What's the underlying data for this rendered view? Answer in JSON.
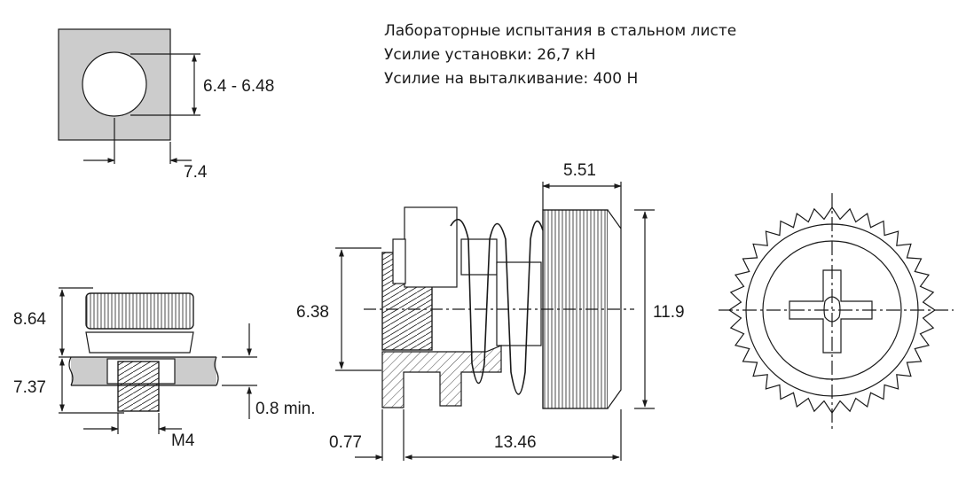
{
  "notes": {
    "line1": "Лабораторные испытания в стальном листе",
    "line2": "Усилие установки: 26,7 кН",
    "line3": "Усилие на выталкивание: 400 Н"
  },
  "dimensions": {
    "hole_diameter": "6.4 - 6.48",
    "edge_distance": "7.4",
    "head_height": "8.64",
    "installed_height": "7.37",
    "sheet_thickness_min": "0.8 min.",
    "thread": "M4",
    "knob_length": "5.51",
    "shank_diameter": "6.38",
    "knob_diameter": "11.9",
    "flange_offset": "0.77",
    "total_length": "13.46"
  },
  "colors": {
    "line": "#1a1a1a",
    "sheet_fill": "#cccccc",
    "background": "#ffffff"
  }
}
